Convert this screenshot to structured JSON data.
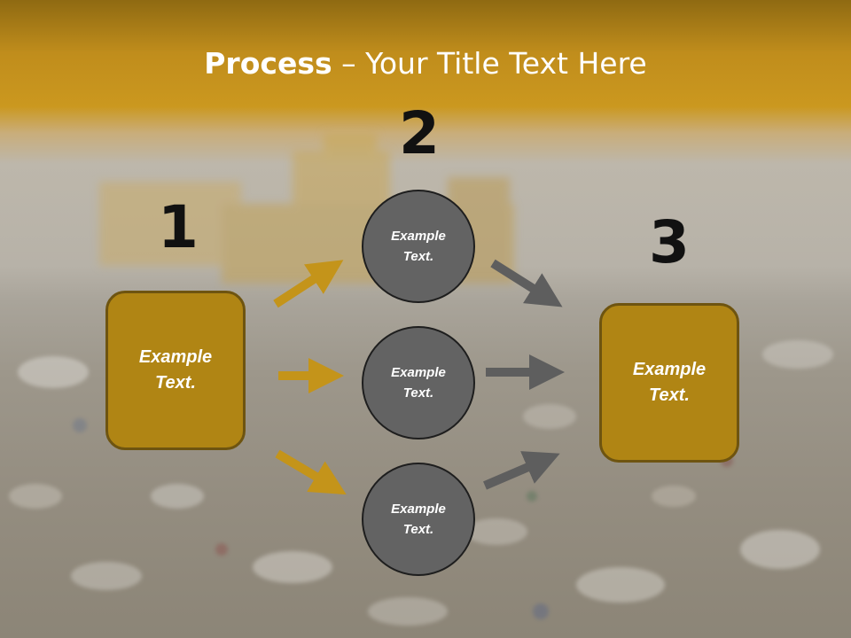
{
  "title": {
    "bold": "Process",
    "rest": " – Your Title Text Here"
  },
  "steps": {
    "one": "1",
    "two": "2",
    "three": "3"
  },
  "left_box": {
    "text": "Example\nText."
  },
  "right_box": {
    "text": "Example\nText."
  },
  "circles": [
    {
      "text": "Example\nText."
    },
    {
      "text": "Example\nText."
    },
    {
      "text": "Example\nText."
    }
  ],
  "colors": {
    "gold": "#b08514",
    "gray": "#636363",
    "arrow_gold": "#c4941a",
    "arrow_gray": "#5e5e5e"
  }
}
